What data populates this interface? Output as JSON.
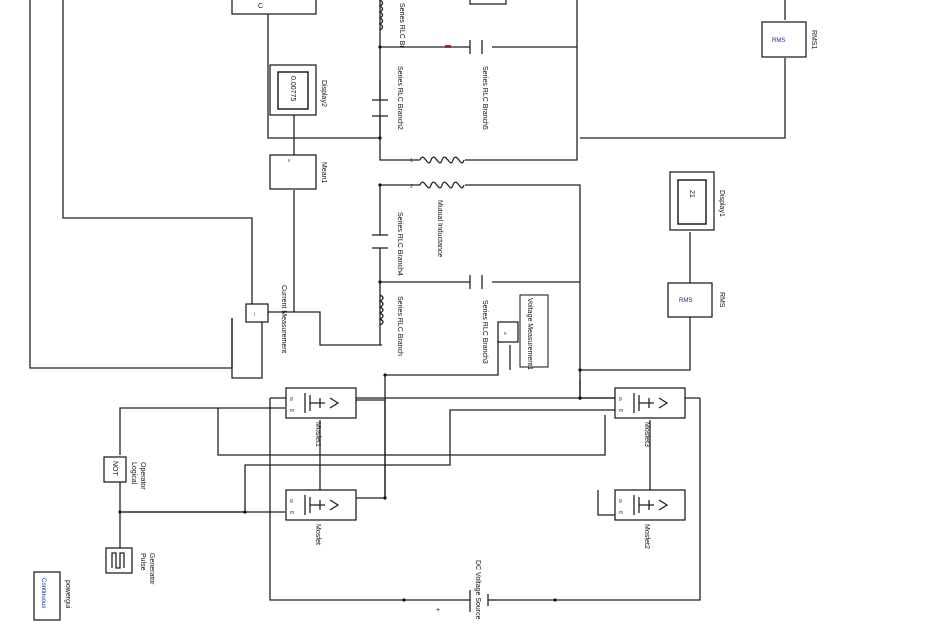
{
  "labels": {
    "display2": "Display2",
    "display1": "Display1",
    "display2_value": "0.00775",
    "display1_value": "21",
    "rms": "RMS",
    "rms1": "RMS1",
    "rms_block_text": "RMS",
    "rms1_block_text": "RMS",
    "mean1": "Mean1",
    "series_rlc_branch": "Series RLC Branch",
    "series_rlc_branch2": "Series RLC Branch2",
    "series_rlc_branch3": "Series RLC Branch3",
    "series_rlc_branch4": "Series RLC Branch4",
    "series_rlc_branch5": "Series RLC Branch5",
    "series_rlc_branch_top": "Series RLC Br",
    "mutual_inductance": "Mutual Inductance",
    "current_measurement": "Current Measurement",
    "voltage_measurement": "Voltage Measurement1",
    "mosfet": "Mosfet",
    "mosfet1": "Mosfet1",
    "mosfet2": "Mosfet2",
    "mosfet3": "Mosfet3",
    "logical_operator_line1": "Logical",
    "logical_operator_line2": "Operator",
    "not_text": "NOT",
    "pulse_line1": "Pulse",
    "pulse_line2": "Generator",
    "dc_source": "DC Voltage Source",
    "powergui": "powergui",
    "continuous": "Continuous",
    "top_clipped": "C"
  }
}
